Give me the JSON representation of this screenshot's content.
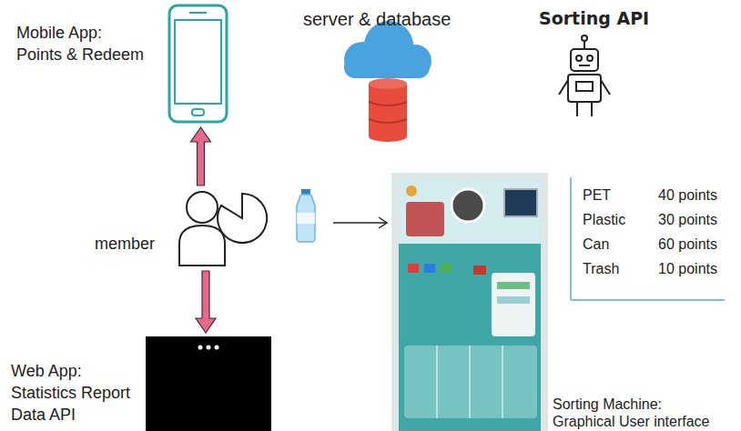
{
  "diagram": {
    "nodes": [
      {
        "text": [
          "Mobile App:",
          "Points & Redeem"
        ]
      },
      {
        "text": [
          "member"
        ]
      },
      {
        "text": [
          "Web App:",
          "Statistics Report",
          "Data API"
        ]
      },
      {
        "text": [
          "Sorting Machine:",
          "Graphical User interface"
        ]
      }
    ],
    "edges": [
      {
        "from": 1,
        "to": 0,
        "arrow": "to"
      },
      {
        "from": 1,
        "to": 2,
        "arrow": "to"
      }
    ],
    "labels": [
      "server & database",
      "Sorting API",
      "PET",
      "40 points",
      "Plastic",
      "30 points",
      "Can",
      "60 points",
      "Trash",
      "10 points"
    ]
  }
}
